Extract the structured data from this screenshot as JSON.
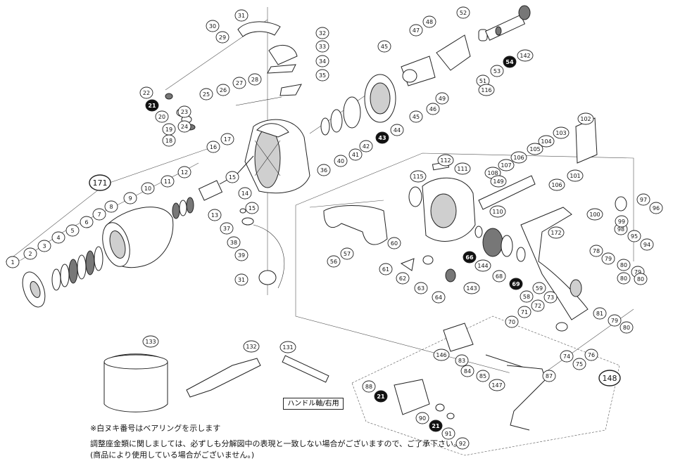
{
  "handle_label": "ハンドル軸/右用",
  "notes": [
    "※白ヌキ番号はベアリングを示します",
    "調整座金類に関しましては、必ずしも分解図中の表現と一致しない場合がございますので、ご了承下さい。",
    "(商品により使用している場合がございません。)"
  ],
  "callouts": [
    {
      "n": "1"
    },
    {
      "n": "2"
    },
    {
      "n": "3"
    },
    {
      "n": "4"
    },
    {
      "n": "5"
    },
    {
      "n": "6"
    },
    {
      "n": "7"
    },
    {
      "n": "8"
    },
    {
      "n": "9"
    },
    {
      "n": "10"
    },
    {
      "n": "11"
    },
    {
      "n": "12"
    },
    {
      "n": "13"
    },
    {
      "n": "14"
    },
    {
      "n": "15"
    },
    {
      "n": "15"
    },
    {
      "n": "16"
    },
    {
      "n": "17"
    },
    {
      "n": "18"
    },
    {
      "n": "19"
    },
    {
      "n": "20"
    },
    {
      "n": "21",
      "filled": true
    },
    {
      "n": "22"
    },
    {
      "n": "23"
    },
    {
      "n": "24"
    },
    {
      "n": "25"
    },
    {
      "n": "26"
    },
    {
      "n": "27"
    },
    {
      "n": "28"
    },
    {
      "n": "29"
    },
    {
      "n": "30"
    },
    {
      "n": "31"
    },
    {
      "n": "31"
    },
    {
      "n": "32"
    },
    {
      "n": "33"
    },
    {
      "n": "34"
    },
    {
      "n": "35"
    },
    {
      "n": "36"
    },
    {
      "n": "37"
    },
    {
      "n": "38"
    },
    {
      "n": "39"
    },
    {
      "n": "40"
    },
    {
      "n": "41"
    },
    {
      "n": "42"
    },
    {
      "n": "43",
      "filled": true
    },
    {
      "n": "44"
    },
    {
      "n": "45"
    },
    {
      "n": "45"
    },
    {
      "n": "46"
    },
    {
      "n": "47"
    },
    {
      "n": "48"
    },
    {
      "n": "49"
    },
    {
      "n": "51"
    },
    {
      "n": "52"
    },
    {
      "n": "53"
    },
    {
      "n": "54",
      "filled": true
    },
    {
      "n": "56"
    },
    {
      "n": "57"
    },
    {
      "n": "58"
    },
    {
      "n": "59"
    },
    {
      "n": "60"
    },
    {
      "n": "61"
    },
    {
      "n": "62"
    },
    {
      "n": "63"
    },
    {
      "n": "64"
    },
    {
      "n": "66",
      "filled": true
    },
    {
      "n": "68"
    },
    {
      "n": "69",
      "filled": true
    },
    {
      "n": "70"
    },
    {
      "n": "71"
    },
    {
      "n": "72"
    },
    {
      "n": "73"
    },
    {
      "n": "74"
    },
    {
      "n": "75"
    },
    {
      "n": "76"
    },
    {
      "n": "78"
    },
    {
      "n": "79"
    },
    {
      "n": "79"
    },
    {
      "n": "79"
    },
    {
      "n": "80"
    },
    {
      "n": "80"
    },
    {
      "n": "80"
    },
    {
      "n": "80"
    },
    {
      "n": "81"
    },
    {
      "n": "83"
    },
    {
      "n": "84"
    },
    {
      "n": "85"
    },
    {
      "n": "87"
    },
    {
      "n": "88"
    },
    {
      "n": "90"
    },
    {
      "n": "91"
    },
    {
      "n": "92"
    },
    {
      "n": "21",
      "filled": true
    },
    {
      "n": "21",
      "filled": true
    },
    {
      "n": "94"
    },
    {
      "n": "95"
    },
    {
      "n": "96"
    },
    {
      "n": "97"
    },
    {
      "n": "98"
    },
    {
      "n": "99"
    },
    {
      "n": "100"
    },
    {
      "n": "101"
    },
    {
      "n": "102"
    },
    {
      "n": "103"
    },
    {
      "n": "104"
    },
    {
      "n": "105"
    },
    {
      "n": "106"
    },
    {
      "n": "106"
    },
    {
      "n": "107"
    },
    {
      "n": "108"
    },
    {
      "n": "110"
    },
    {
      "n": "111"
    },
    {
      "n": "112"
    },
    {
      "n": "115"
    },
    {
      "n": "116"
    },
    {
      "n": "131"
    },
    {
      "n": "132"
    },
    {
      "n": "133"
    },
    {
      "n": "142"
    },
    {
      "n": "143"
    },
    {
      "n": "144"
    },
    {
      "n": "146"
    },
    {
      "n": "147"
    },
    {
      "n": "148",
      "big": true
    },
    {
      "n": "149"
    },
    {
      "n": "171",
      "big": true
    },
    {
      "n": "172"
    }
  ]
}
